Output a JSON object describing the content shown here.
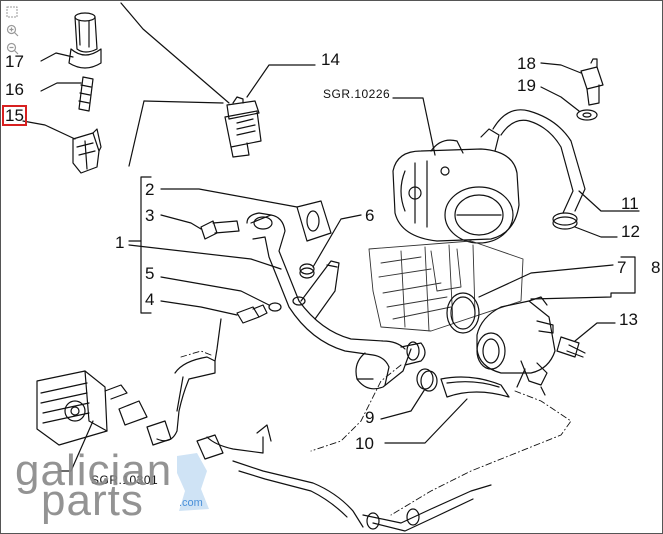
{
  "toolbar": {
    "tools": [
      {
        "name": "fit-page"
      },
      {
        "name": "zoom-in"
      },
      {
        "name": "zoom-out"
      }
    ]
  },
  "callouts": {
    "n1": "1",
    "n2": "2",
    "n3": "3",
    "n4": "4",
    "n5": "5",
    "n6": "6",
    "n7": "7",
    "n8": "8",
    "n9": "9",
    "n10": "10",
    "n11": "11",
    "n12": "12",
    "n13": "13",
    "n14": "14",
    "n15": "15",
    "n16": "16",
    "n17": "17",
    "n18": "18",
    "n19": "19"
  },
  "selected_callout": "15",
  "references": {
    "top": "SGR.10226",
    "bottom": "SGR.10301"
  },
  "watermark": {
    "line1": "galician",
    "line2": "parts",
    "suffix": ".com"
  },
  "colors": {
    "line": "#111111",
    "highlight": "#d82020",
    "watermark_gray": "#8a8a8a",
    "watermark_blue": "#4a90d9"
  }
}
